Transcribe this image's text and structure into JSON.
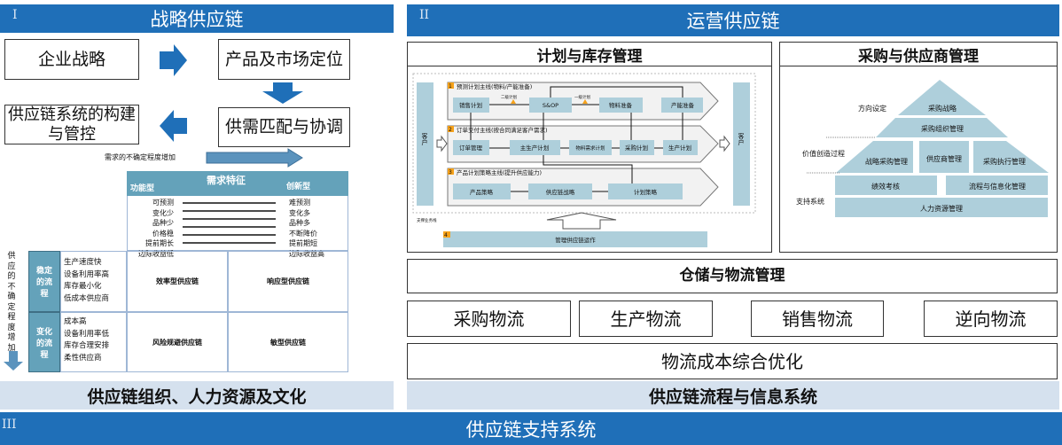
{
  "panel1": {
    "roman": "I",
    "title": "战略供应链",
    "boxes": [
      "企业战略",
      "产品及市场定位",
      "供需匹配与协调",
      "供应链系统的构建与管控"
    ],
    "demand_arrow_label": "需求的不确定程度增加",
    "demand_header": {
      "title": "需求特征",
      "left": "功能型",
      "right": "创新型"
    },
    "left_traits": [
      "可预测",
      "变化少",
      "品种少",
      "价格稳",
      "提前期长",
      "边际收益低"
    ],
    "right_traits": [
      "难预测",
      "变化多",
      "品种多",
      "不断降价",
      "提前期短",
      "边际收益高"
    ],
    "supply_label": "供应的不确定程度增加",
    "processes": [
      {
        "name": "稳定的流程",
        "traits": [
          "生产速度快",
          "设备利用率高",
          "库存最小化",
          "低成本供应商"
        ]
      },
      {
        "name": "变化的流程",
        "traits": [
          "成本高",
          "设备利用率低",
          "库存合理安排",
          "柔性供应商"
        ]
      }
    ],
    "matrix": [
      "效率型供应链",
      "响应型供应链",
      "风险规避供应链",
      "敏型供应链"
    ],
    "footer": "供应链组织、人力资源及文化"
  },
  "panel2": {
    "roman": "II",
    "title": "运营供应链",
    "planning": {
      "title": "计划与库存管理",
      "customer": "客户",
      "lanes": [
        {
          "num": "1",
          "title": "预测计划主线(物料/产能准备)",
          "boxes": [
            "销售计划",
            "S&OP",
            "物料准备",
            "产能准备"
          ]
        },
        {
          "num": "2",
          "title": "订单交付主线(按合同满足客户需求)",
          "boxes": [
            "订单管理",
            "主生产计划",
            "物料需求计划",
            "采购计划",
            "生产计划"
          ]
        },
        {
          "num": "3",
          "title": "产品计划策略主线(提升供应能力)",
          "boxes": [
            "产品策略",
            "供应链战略",
            "计划策略"
          ]
        }
      ],
      "tags": [
        "二级计划",
        "一级计划"
      ],
      "support_label": "支撑业务线",
      "bottom": {
        "num": "4",
        "label": "管理供应链运作"
      }
    },
    "procurement": {
      "title": "采购与供应商管理",
      "labels": [
        "方向设定",
        "价值创造过程",
        "支持系统"
      ],
      "blocks": [
        "采购战略",
        "采购组织管理",
        "战略采购管理",
        "供应商管理",
        "采购执行管理",
        "绩效考核",
        "流程与信息化管理",
        "人力资源管理"
      ]
    },
    "warehouse": "仓储与物流管理",
    "logistics": [
      "采购物流",
      "生产物流",
      "销售物流",
      "逆向物流"
    ],
    "cost": "物流成本综合优化",
    "footer": "供应链流程与信息系统"
  },
  "panel3": {
    "roman": "III",
    "title": "供应链支持系统"
  },
  "colors": {
    "header": "#1f6fb8",
    "subbar": "#d5e1ee",
    "teal": "#64a2ba",
    "lightblue": "#aecfdb",
    "orange": "#f6a21a"
  }
}
